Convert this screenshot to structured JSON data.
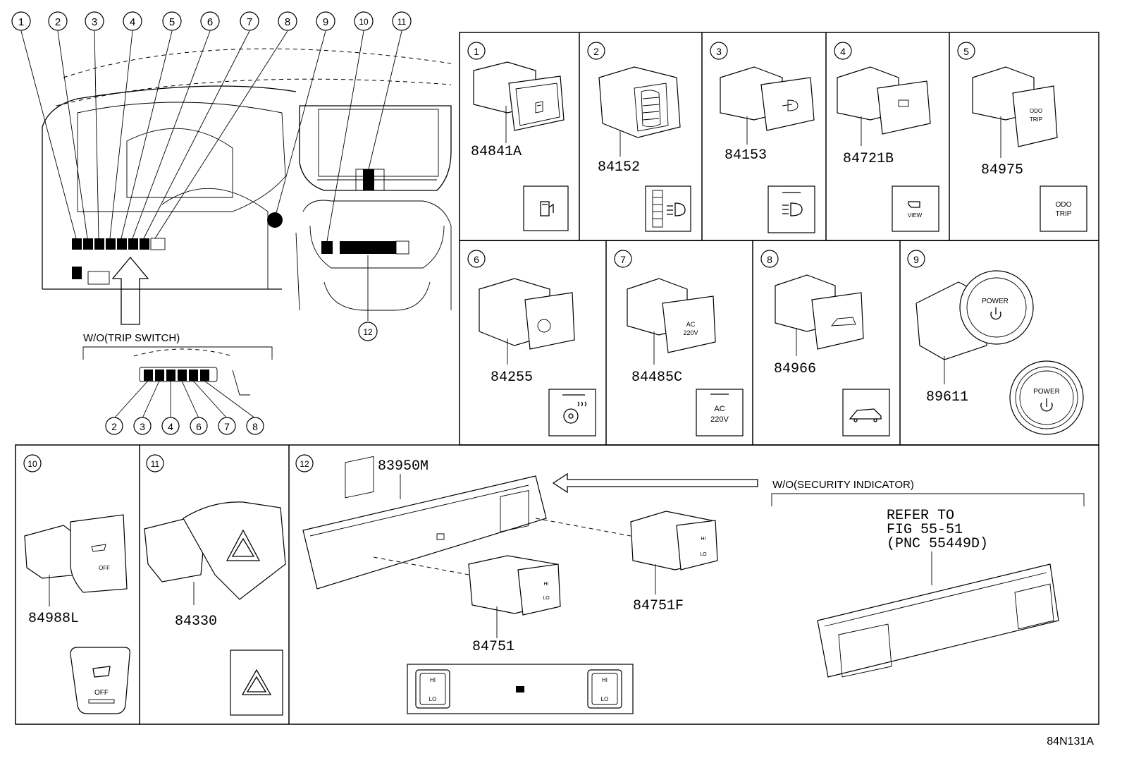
{
  "callouts": [
    "1",
    "2",
    "3",
    "4",
    "5",
    "6",
    "7",
    "8",
    "9",
    "10",
    "11",
    "12"
  ],
  "labels": {
    "wo_trip_switch": "W/O(TRIP SWITCH)",
    "wo_security_indicator": "W/O(SECURITY INDICATOR)",
    "refer_line1": "REFER TO",
    "refer_line2": "FIG 55-51",
    "refer_line3": "(PNC 55449D)",
    "diagram_code": "84N131A"
  },
  "parts": {
    "p1": "84841A",
    "p2": "84152",
    "p3": "84153",
    "p4": "84721B",
    "p5": "84975",
    "p6": "84255",
    "p7": "84485C",
    "p8": "84966",
    "p9": "89611",
    "p10": "84988L",
    "p11": "84330",
    "p12_panel": "83950M",
    "p12_sw_a": "84751",
    "p12_sw_b": "84751F"
  },
  "icon_text": {
    "view": "VIEW",
    "odo": "ODO",
    "trip": "TRIP",
    "ac": "AC",
    "v220": "220V",
    "power": "POWER",
    "off": "OFF",
    "hi": "HI",
    "lo": "LO"
  }
}
